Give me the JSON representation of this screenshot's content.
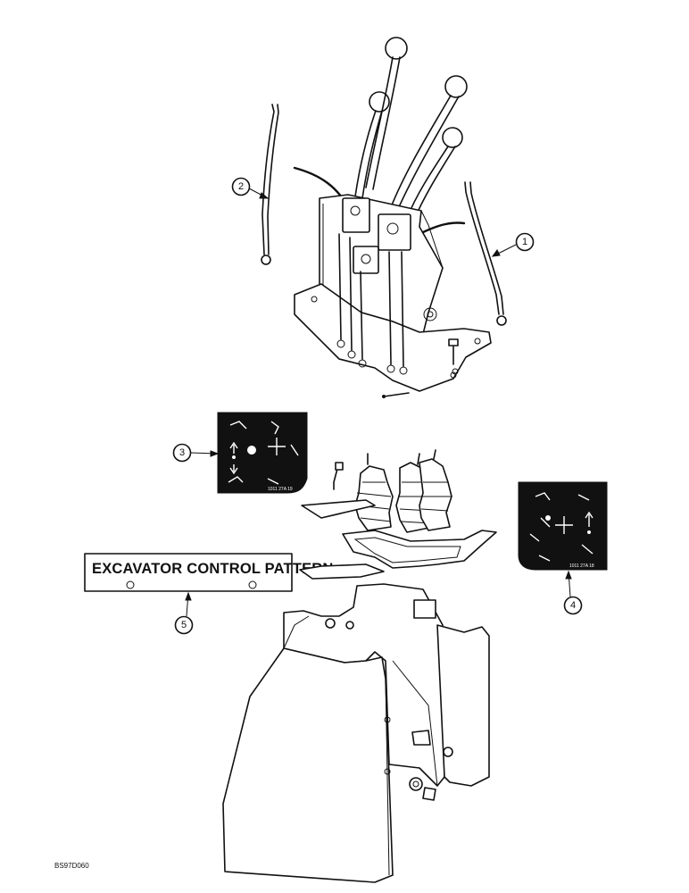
{
  "diagram": {
    "callouts": [
      {
        "id": "1",
        "label": "1"
      },
      {
        "id": "2",
        "label": "2"
      },
      {
        "id": "3",
        "label": "3"
      },
      {
        "id": "4",
        "label": "4"
      },
      {
        "id": "5",
        "label": "5"
      }
    ],
    "banner_text": "EXCAVATOR CONTROL PATTERN",
    "decal_code_left": "1011 27A 19",
    "decal_code_right": "1011 27A 18",
    "figure_code": "BS97D060"
  }
}
